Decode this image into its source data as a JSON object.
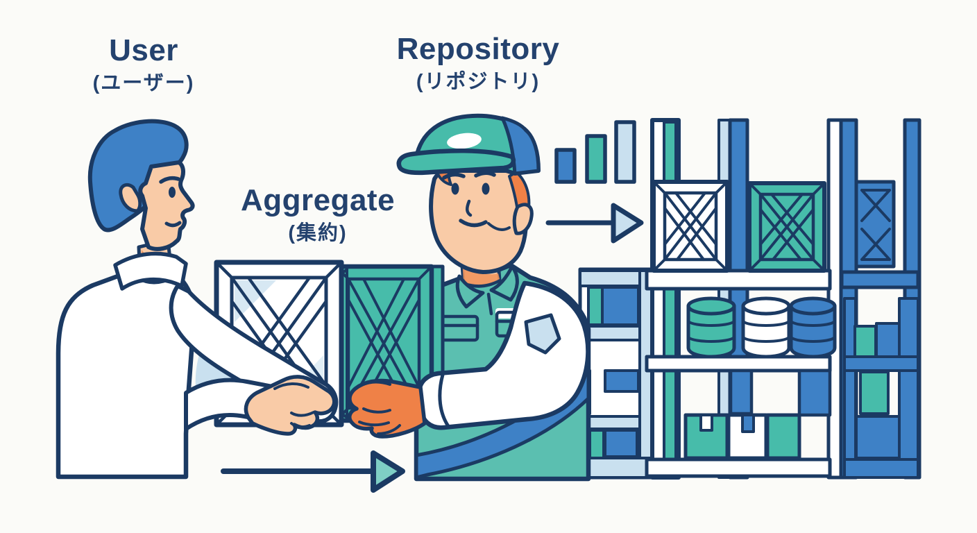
{
  "labels": {
    "user": {
      "en": "User",
      "jp": "(ユーザー)"
    },
    "aggregate": {
      "en": "Aggregate",
      "jp": "(集約)"
    },
    "repository": {
      "en": "Repository",
      "jp": "(リポジトリ)"
    }
  },
  "colors": {
    "bg": "#FBFBF8",
    "outline": "#1B3A63",
    "text": "#24426E",
    "blue": "#3E81C6",
    "teal": "#47BCAA",
    "teal-soft": "#5BBFB0",
    "teal-light": "#7FCFC5",
    "light-blue": "#A9CFE5",
    "pale-blue": "#C9E0EF",
    "skin": "#F9CBA7",
    "skin-shadow": "#F0955E",
    "orange": "#EF8147",
    "white": "#FFFFFF"
  },
  "icons": {
    "growth-bars-icon": "▁▃▅",
    "handoff-arrow-icon": "→",
    "store-arrow-icon": "→"
  }
}
